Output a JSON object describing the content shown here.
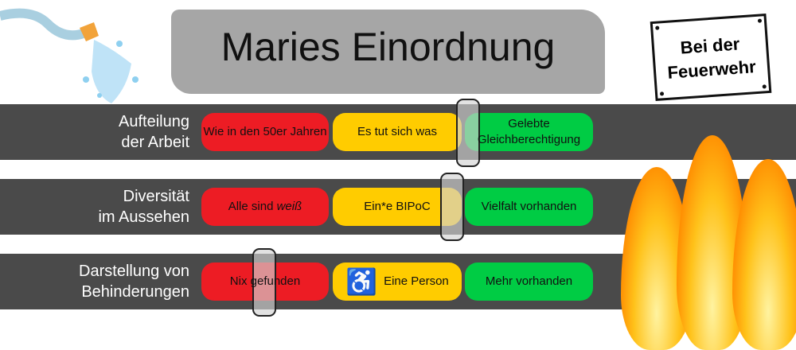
{
  "title": "Maries Einordnung",
  "sign": {
    "line1": "Bei der",
    "line2": "Feuerwehr"
  },
  "rows": [
    {
      "label1": "Aufteilung",
      "label2": "der Arbeit",
      "red": "Wie in den 50er Jahren",
      "yellow": "Es tut sich was",
      "green": "Gelebte Gleichberechtigung",
      "slider_position": 0.68
    },
    {
      "label1": "Diversität",
      "label2": "im Aussehen",
      "red_plain": "Alle sind ",
      "red_italic": "weiß",
      "yellow": "Ein*e BIPoC",
      "green": "Vielfalt vorhanden",
      "slider_position": 0.64
    },
    {
      "label1": "Darstellung von",
      "label2": "Behinderungen",
      "red": "Nix gefunden",
      "yellow": "Eine Person",
      "yellow_icon": "wheelchair-icon",
      "green": "Mehr vorhanden",
      "slider_position": 0.16
    }
  ],
  "colors": {
    "red": "#ed1c24",
    "yellow": "#ffcc00",
    "green": "#00cc44",
    "bar": "#4a4a4a"
  },
  "decorations": [
    "water-hose-icon",
    "fire-flames-icon"
  ]
}
